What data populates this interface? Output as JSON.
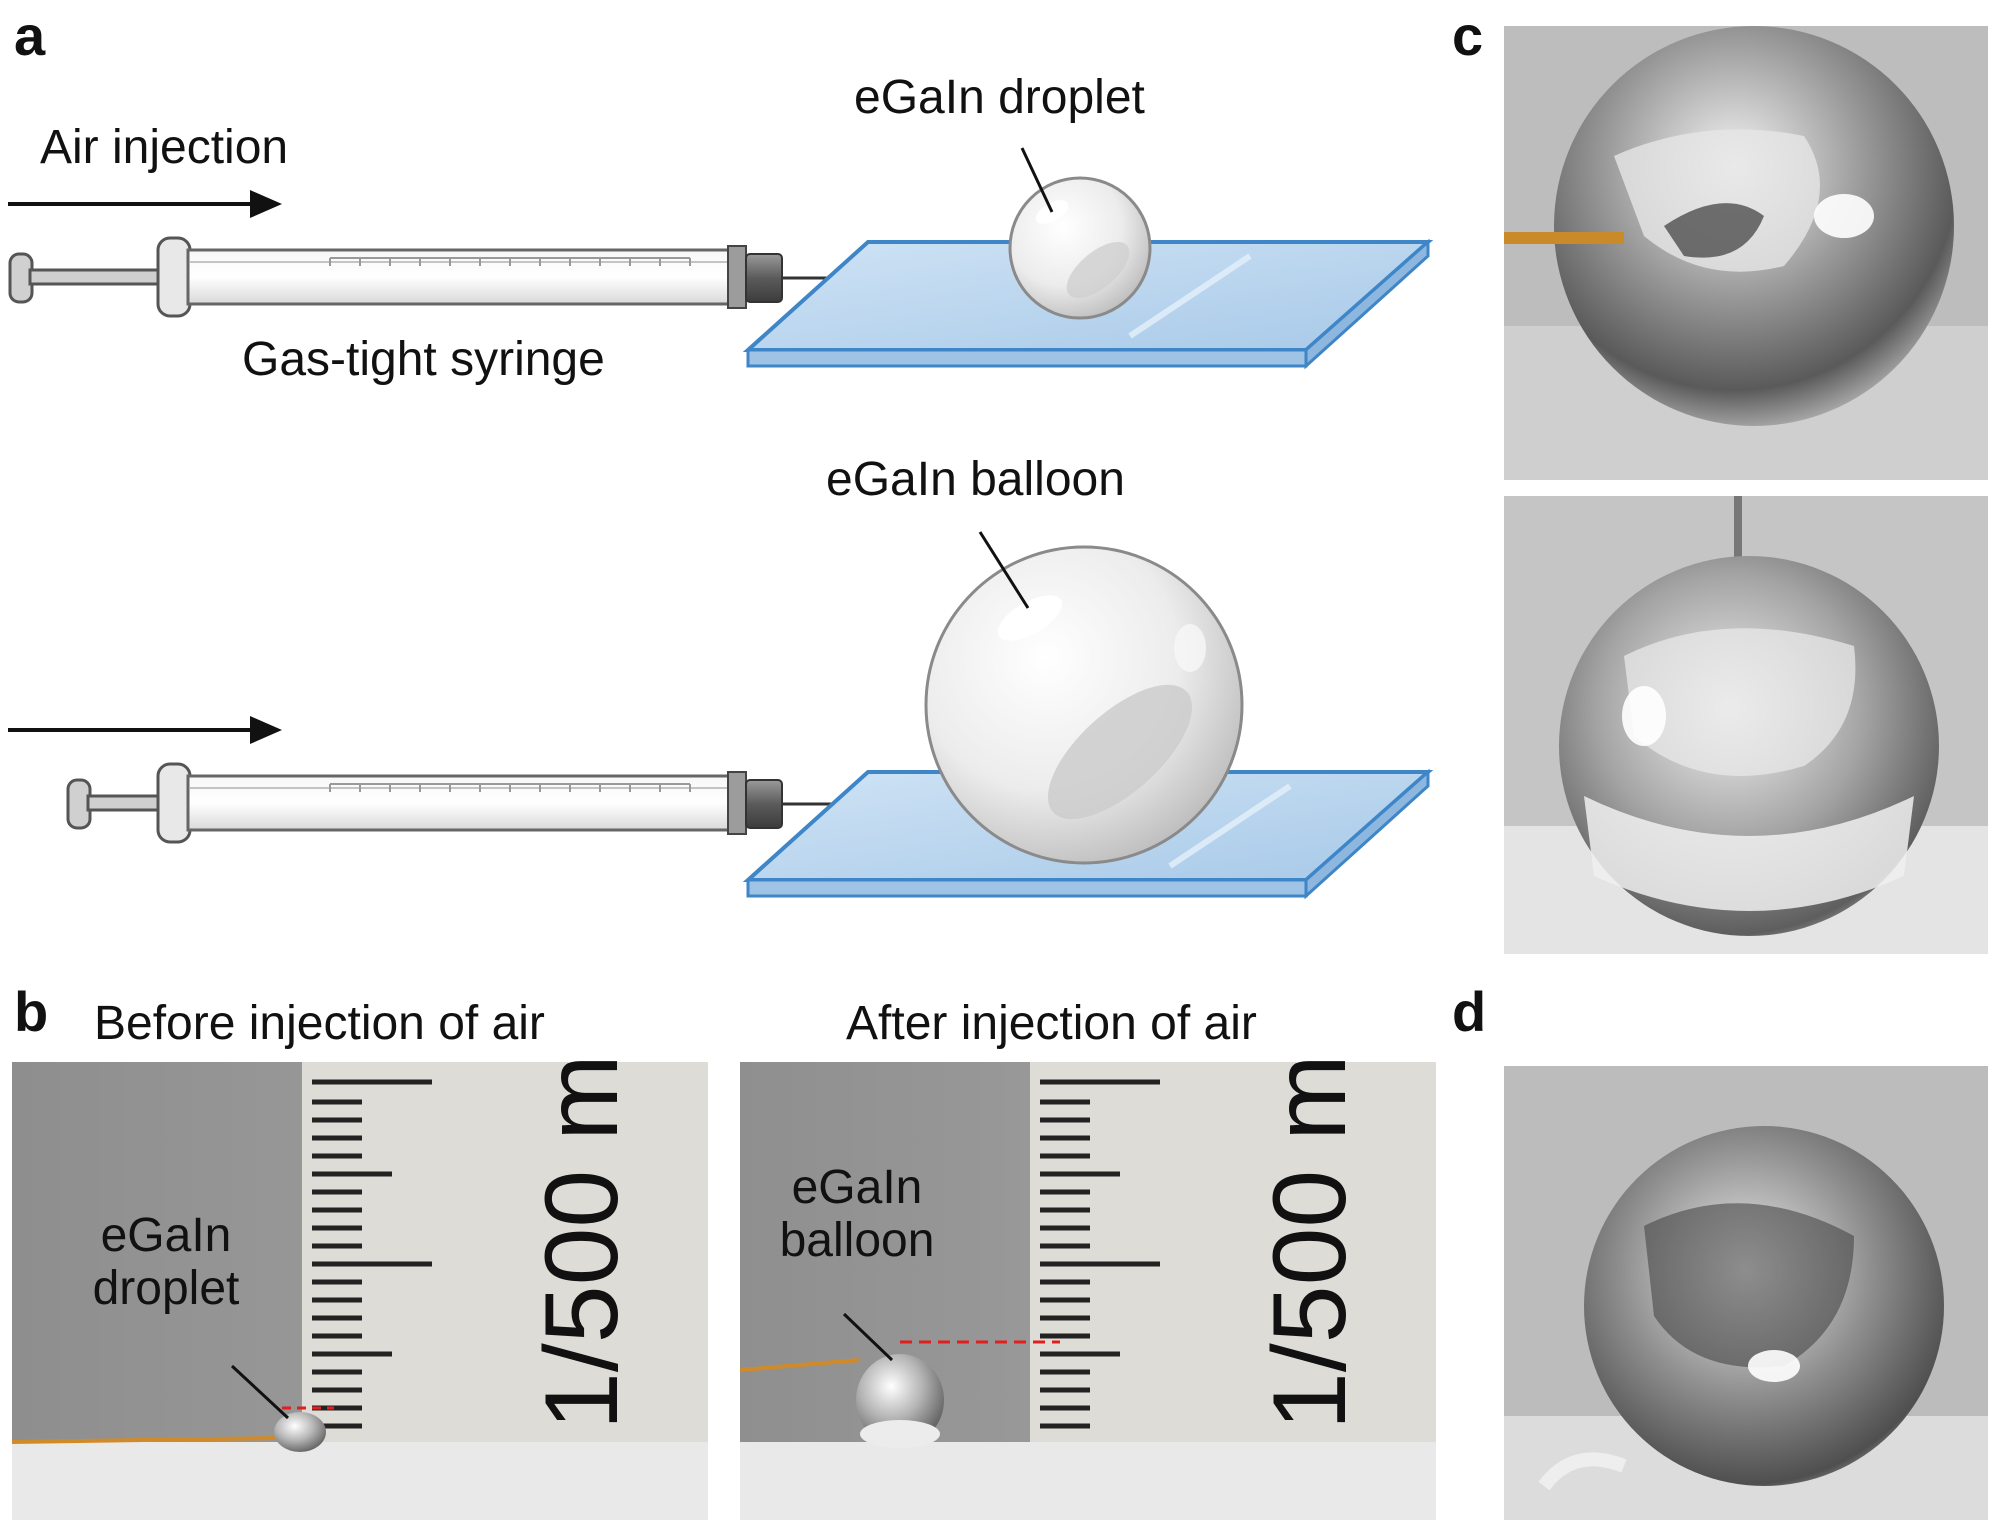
{
  "panels": {
    "a": {
      "letter": "a",
      "arrow_label": "Air injection",
      "droplet_label": "eGaIn droplet",
      "syringe_label": "Gas-tight syringe",
      "balloon_label": "eGaIn balloon"
    },
    "b": {
      "letter": "b",
      "before_title": "Before injection of air",
      "after_title": "After injection of air",
      "droplet_label_line1": "eGaIn",
      "droplet_label_line2": "droplet",
      "balloon_label_line1": "eGaIn",
      "balloon_label_line2": "balloon",
      "ruler_text": "1/500 m"
    },
    "c": {
      "letter": "c"
    },
    "d": {
      "letter": "d"
    }
  },
  "colors": {
    "glass": "#b9d6ef",
    "glass_edge": "#3f86c8",
    "red_dash": "#e0201c",
    "wire": "#d18a2a"
  }
}
